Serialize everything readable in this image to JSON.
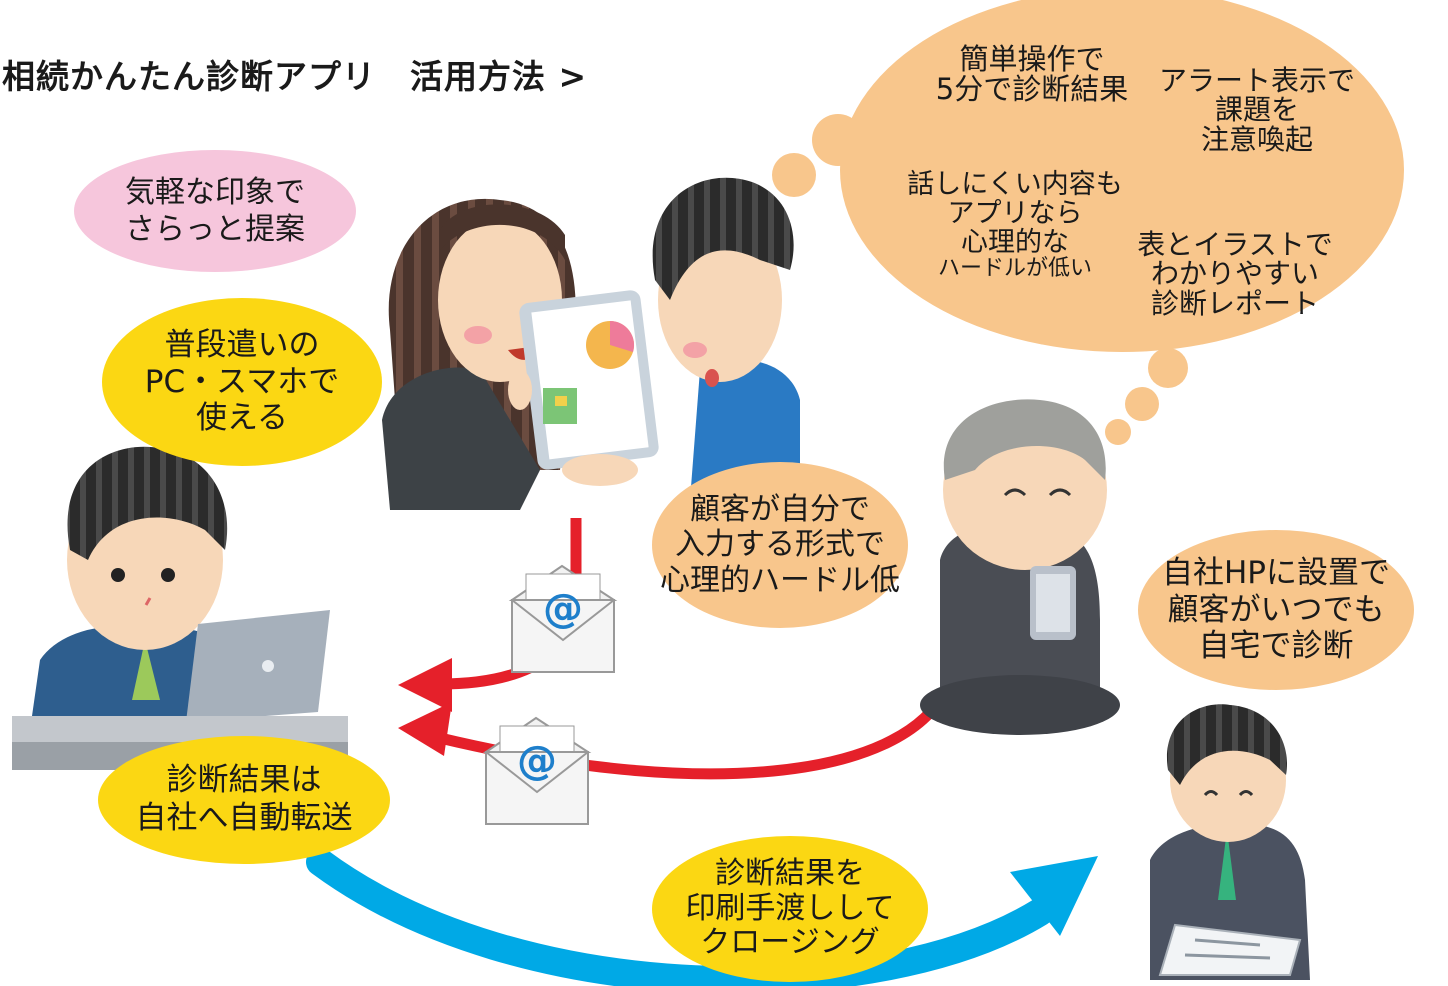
{
  "title": "相続かんたん診断アプリ　活用方法 >",
  "colors": {
    "pink_bubble": "#f6c6dc",
    "yellow_bubble": "#fbd713",
    "peach_bubble": "#f8c68c",
    "red_arrow": "#e5202a",
    "blue_arrow": "#00a9e6",
    "mail_icon_blue": "#1e7fcb"
  },
  "bubbles": {
    "casual": [
      "気軽な印象で",
      "さらっと提案"
    ],
    "devices": [
      "普段遣いの",
      "PC・スマホで",
      "使える"
    ],
    "self_input": [
      "顧客が自分で",
      "入力する形式で",
      "心理的ハードル低"
    ],
    "homepage": [
      "自社HPに設置で",
      "顧客がいつでも",
      "自宅で診断"
    ],
    "auto_forward": [
      "診断結果は",
      "自社へ自動転送"
    ],
    "closing": [
      "診断結果を",
      "印刷手渡しして",
      "クロージング"
    ]
  },
  "thought_cloud": {
    "easy": [
      "簡単操作で",
      "5分で診断結果"
    ],
    "alert": [
      "アラート表示で",
      "課題を",
      "注意喚起"
    ],
    "hard_topics": [
      "話しにくい内容も",
      "アプリなら",
      "心理的な",
      "ハードルが低い"
    ],
    "report": [
      "表とイラストで",
      "わかりやすい",
      "診断レポート"
    ]
  },
  "icons": [
    "email-envelope-icon",
    "email-envelope-icon"
  ]
}
